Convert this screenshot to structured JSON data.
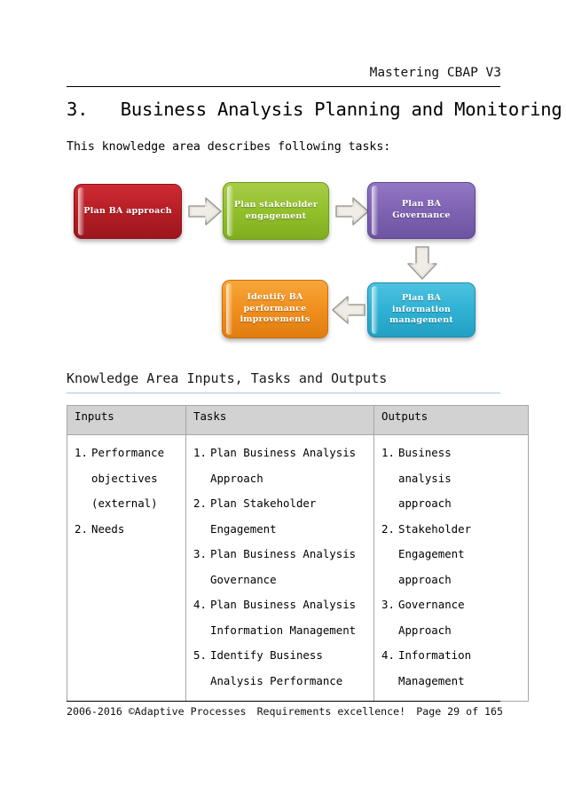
{
  "header": {
    "running_title": "Mastering CBAP V3"
  },
  "title": {
    "number": "3.",
    "text": "Business Analysis Planning and Monitoring",
    "full": "3.   Business Analysis Planning and Monitoring"
  },
  "intro": {
    "text": "This knowledge area describes following tasks:"
  },
  "diagram": {
    "boxes": [
      {
        "id": "plan-ba-approach",
        "label": "Plan BA approach",
        "color": "#b81f27",
        "border": "#8d1219"
      },
      {
        "id": "plan-stakeholder-engagement",
        "label": "Plan stakeholder\nengagement",
        "color": "#93c12c",
        "border": "#6f9c18"
      },
      {
        "id": "plan-ba-governance",
        "label": "Plan BA\nGovernance",
        "color": "#8064b4",
        "border": "#5d4490"
      },
      {
        "id": "plan-ba-information-management",
        "label": "Plan BA\ninformation\nmanagement",
        "color": "#30b2d4",
        "border": "#1b8cae"
      },
      {
        "id": "identify-ba-performance-improvements",
        "label": "Identify   BA\nperformance\nimprovements",
        "color": "#f0901e",
        "border": "#cc6f0b"
      }
    ],
    "arrows": [
      {
        "id": "arrow-1",
        "direction": "right",
        "from": "plan-ba-approach",
        "to": "plan-stakeholder-engagement"
      },
      {
        "id": "arrow-2",
        "direction": "right",
        "from": "plan-stakeholder-engagement",
        "to": "plan-ba-governance"
      },
      {
        "id": "arrow-3",
        "direction": "down",
        "from": "plan-ba-governance",
        "to": "plan-ba-information-management"
      },
      {
        "id": "arrow-4",
        "direction": "left",
        "from": "plan-ba-information-management",
        "to": "identify-ba-performance-improvements"
      }
    ],
    "arrow_fill": "#e8e4dc",
    "arrow_stroke": "#9f9f97"
  },
  "sub_heading": {
    "text": "Knowledge Area Inputs, Tasks and Outputs",
    "rule_color": "#a8c6dd"
  },
  "table": {
    "headers": [
      "Inputs",
      "Tasks",
      "Outputs"
    ],
    "header_bg": "#d2d2d2",
    "border_color": "#a6a6a6",
    "inputs": [
      {
        "num": "1.",
        "text": "Performance\nobjectives\n(external)"
      },
      {
        "num": "2.",
        "text": "Needs"
      }
    ],
    "tasks": [
      {
        "num": "1.",
        "text": "Plan Business Analysis\nApproach"
      },
      {
        "num": "2.",
        "text": "Plan Stakeholder\nEngagement"
      },
      {
        "num": "3.",
        "text": "Plan Business Analysis\nGovernance"
      },
      {
        "num": "4.",
        "text": "Plan Business Analysis\nInformation Management"
      },
      {
        "num": "5.",
        "text": "Identify Business\nAnalysis Performance"
      }
    ],
    "outputs": [
      {
        "num": "1.",
        "text": "Business\nanalysis\napproach"
      },
      {
        "num": "2.",
        "text": "Stakeholder\nEngagement\napproach"
      },
      {
        "num": "3.",
        "text": "Governance\nApproach"
      },
      {
        "num": "4.",
        "text": "Information\nManagement"
      }
    ]
  },
  "footer": {
    "copyright": "2006-2016 ©Adaptive Processes",
    "tagline": "Requirements excellence!",
    "page": "Page 29 of 165"
  }
}
